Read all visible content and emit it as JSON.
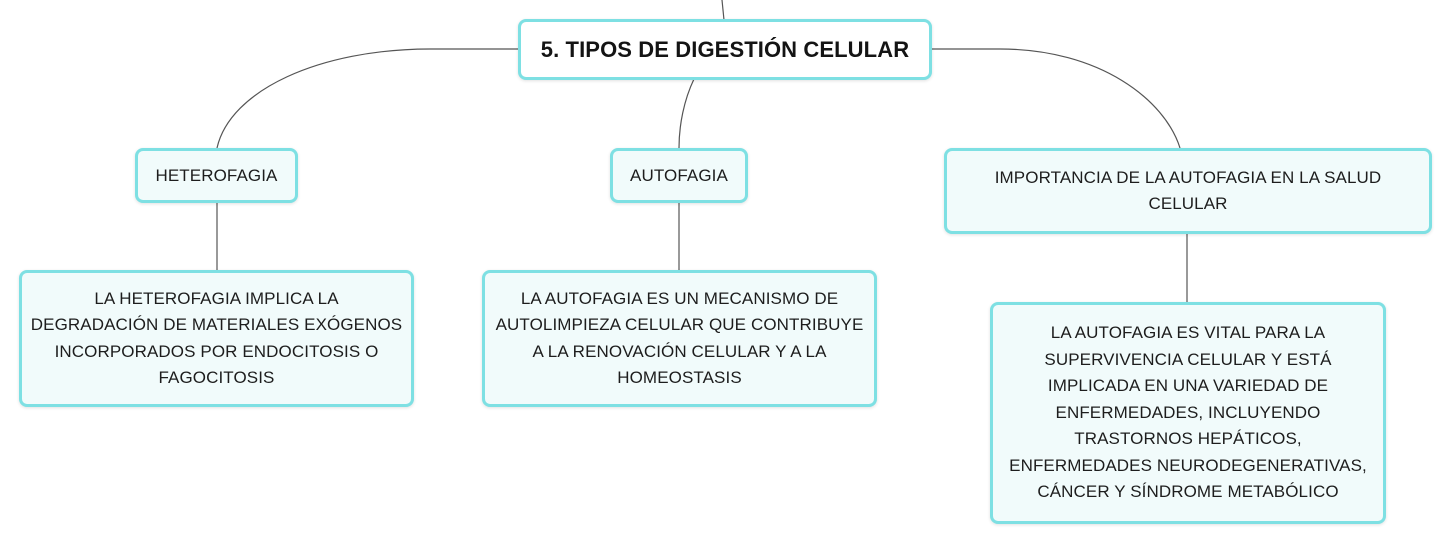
{
  "diagram": {
    "root": {
      "label": "5. TIPOS DE DIGESTIÓN CELULAR"
    },
    "branches": [
      {
        "label": "HETEROFAGIA",
        "detail": "LA HETEROFAGIA IMPLICA LA DEGRADACIÓN DE MATERIALES EXÓGENOS INCORPORADOS POR ENDOCITOSIS O FAGOCITOSIS"
      },
      {
        "label": "AUTOFAGIA",
        "detail": "LA AUTOFAGIA ES UN MECANISMO DE AUTOLIMPIEZA CELULAR QUE CONTRIBUYE A LA RENOVACIÓN CELULAR Y A LA HOMEOSTASIS"
      },
      {
        "label": "IMPORTANCIA DE LA AUTOFAGIA EN LA SALUD CELULAR",
        "detail": "LA AUTOFAGIA ES VITAL PARA LA SUPERVIVENCIA CELULAR Y ESTÁ IMPLICADA EN UNA VARIEDAD DE ENFERMEDADES, INCLUYENDO TRASTORNOS HEPÁTICOS, ENFERMEDADES NEURODEGENERATIVAS, CÁNCER Y SÍNDROME METABÓLICO"
      }
    ],
    "colors": {
      "node_border": "#7ee0e3",
      "node_fill": "#f1fbfb",
      "connector": "#555555"
    }
  }
}
